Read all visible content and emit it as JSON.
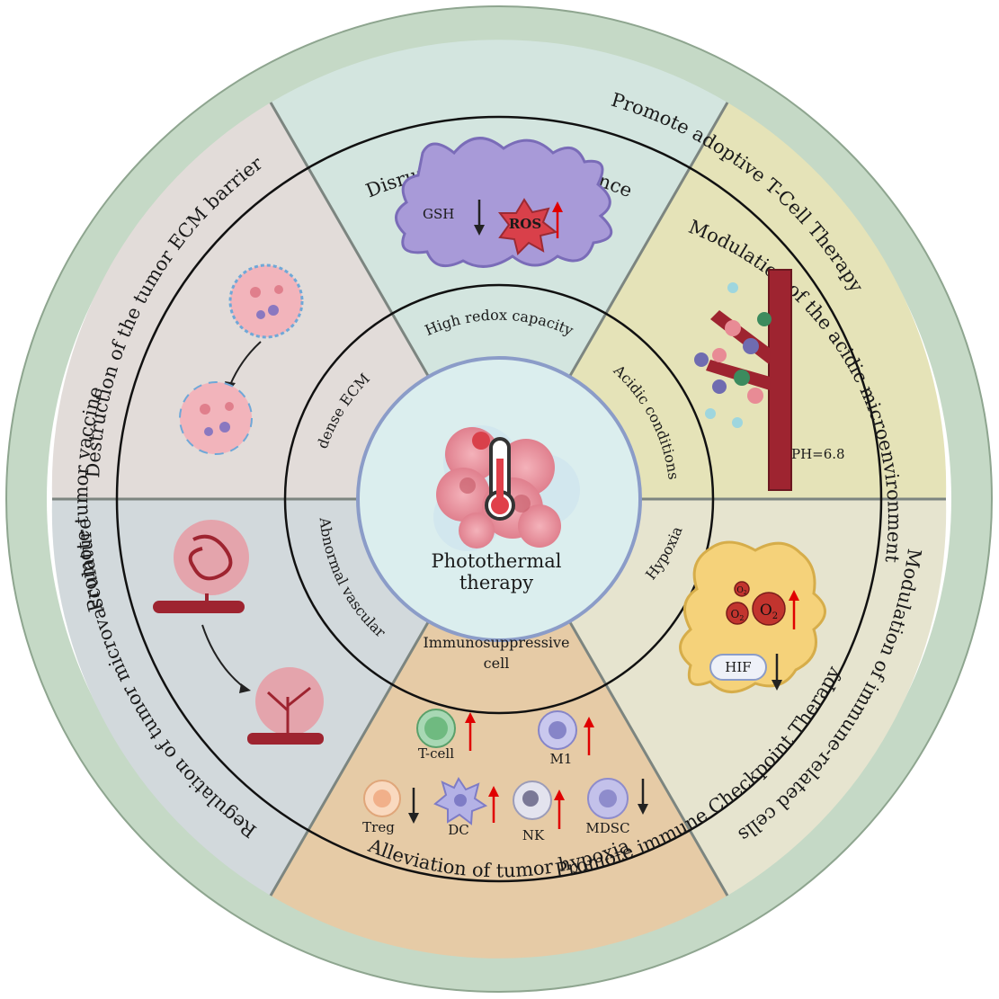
{
  "outer_ring": {
    "top": "Promote adoptive T-Cell Therapy",
    "left": "Promote tumor vaccine",
    "bottom": "Promote immune Checkpoint Therapy"
  },
  "sectors": {
    "top": "Disruption of redox balance",
    "top_right": "Modulation of the acidic microenvironment",
    "bottom_right": "Modulation of immune-related cells",
    "bottom": "Alleviation of tumor hypoxia",
    "bottom_left": "Regulation of tumor microvasculature",
    "top_left": "Destruction of the tumor ECM barrier"
  },
  "inner_ring": {
    "top": "High redox capacity",
    "top_right": "Acidic conditions",
    "bottom_right": "Hypoxia",
    "bottom_line1": "Immunosuppressive",
    "bottom_line2": "cell",
    "bottom_left": "Abnormal vascular",
    "top_left": "dense ECM"
  },
  "center": {
    "line1": "Photothermal",
    "line2": "therapy"
  },
  "redox": {
    "gsh": "GSH",
    "ros": "ROS"
  },
  "acidic": {
    "ph": "PH=6.8"
  },
  "hypoxia": {
    "o2_small": "O",
    "o2_small_sub": "2",
    "o2_mid": "O",
    "o2_mid_sub": "2",
    "o2_big": "O",
    "o2_big_sub": "2",
    "hif": "HIF"
  },
  "immune_cells": {
    "tcell": "T-cell",
    "m1": "M1",
    "treg": "Treg",
    "dc": "DC",
    "nk": "NK",
    "mdsc": "MDSC"
  },
  "colors": {
    "outer_ring": "#c5d9c6",
    "sector_top": "#d3e5df",
    "sector_top_right": "#e5e3b8",
    "sector_bottom_right": "#e6e4cf",
    "sector_bottom": "#e6cba6",
    "sector_bottom_left": "#d2d9dc",
    "sector_top_left": "#e2dcd9",
    "center": "#dbeeee",
    "up_arrow": "#e00000",
    "down_arrow": "#222222"
  }
}
